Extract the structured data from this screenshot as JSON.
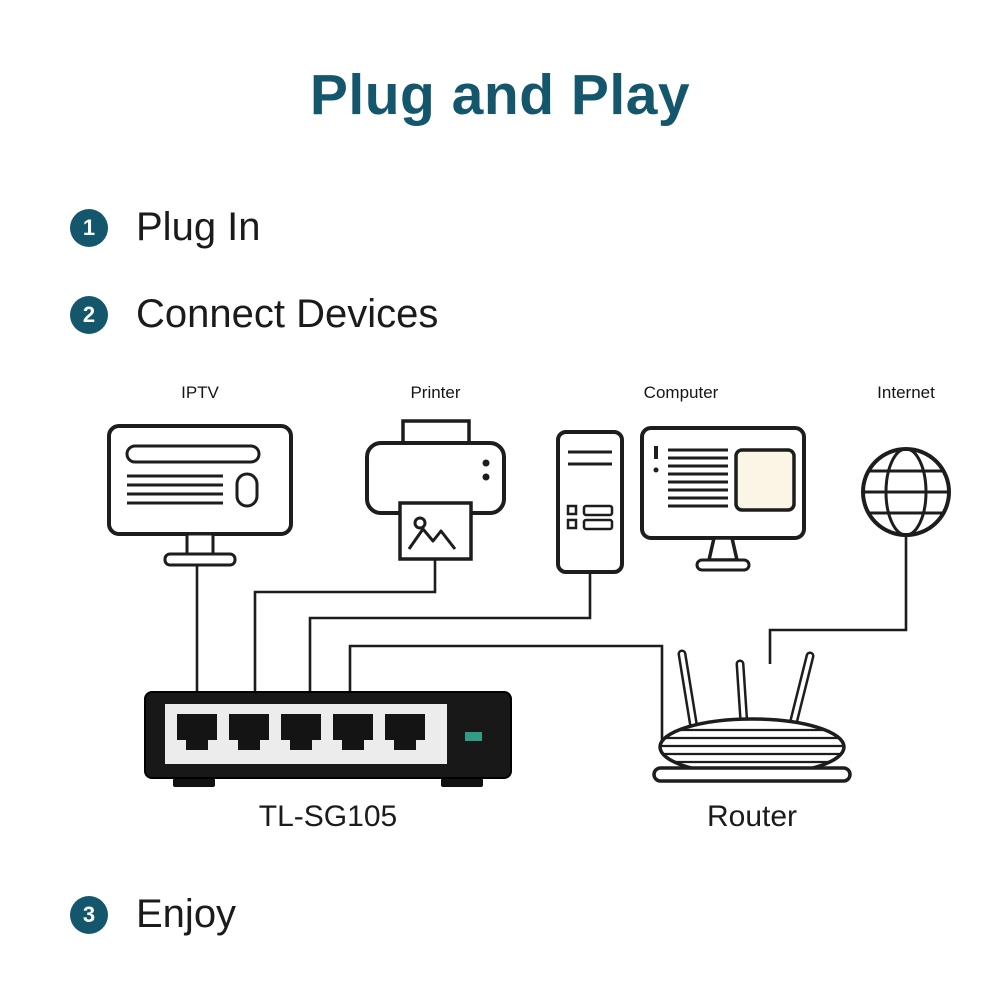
{
  "title": "Plug and Play",
  "accent_color": "#14576c",
  "steps": [
    {
      "number": "1",
      "label": "Plug In"
    },
    {
      "number": "2",
      "label": "Connect Devices"
    },
    {
      "number": "3",
      "label": "Enjoy"
    }
  ],
  "devices": {
    "iptv": {
      "label": "IPTV"
    },
    "printer": {
      "label": "Printer"
    },
    "computer": {
      "label": "Computer"
    },
    "internet": {
      "label": "Internet"
    }
  },
  "switch": {
    "model": "TL-SG105",
    "port_count": "5",
    "led_color": "#2f9d85"
  },
  "router": {
    "label": "Router"
  }
}
